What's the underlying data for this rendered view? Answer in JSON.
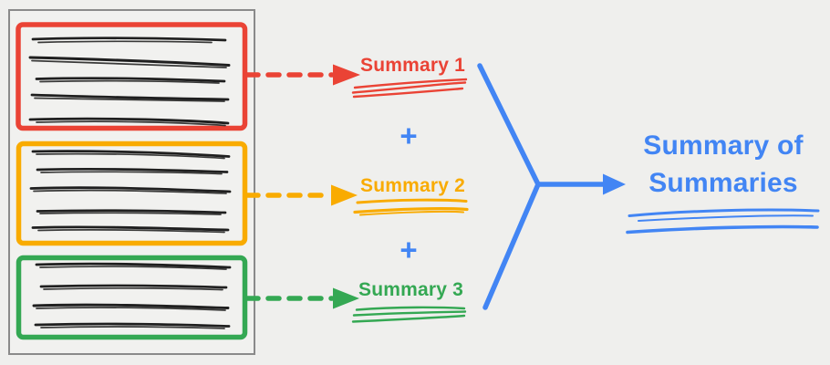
{
  "title": "Summary of Summaries diagram",
  "colors": {
    "background": "#efefed",
    "document_border": "#8a8a8a",
    "ink": "#1f1f1f",
    "red": "#ea4335",
    "orange": "#f9ab00",
    "green": "#34a853",
    "blue": "#4285f4"
  },
  "document": {
    "description": "source document split into three color-outlined chunks of scribbled text",
    "chunks": [
      {
        "name": "chunk-1",
        "color": "#ea4335",
        "text_lines": 5
      },
      {
        "name": "chunk-2",
        "color": "#f9ab00",
        "text_lines": 5
      },
      {
        "name": "chunk-3",
        "color": "#34a853",
        "text_lines": 4
      }
    ]
  },
  "summaries": [
    {
      "label": "Summary 1",
      "color": "#ea4335"
    },
    {
      "label": "Summary 2",
      "color": "#f9ab00"
    },
    {
      "label": "Summary 3",
      "color": "#34a853"
    }
  ],
  "operators": [
    "+",
    "+"
  ],
  "result": {
    "line1": "Summary of",
    "line2": "Summaries",
    "color": "#4285f4"
  }
}
